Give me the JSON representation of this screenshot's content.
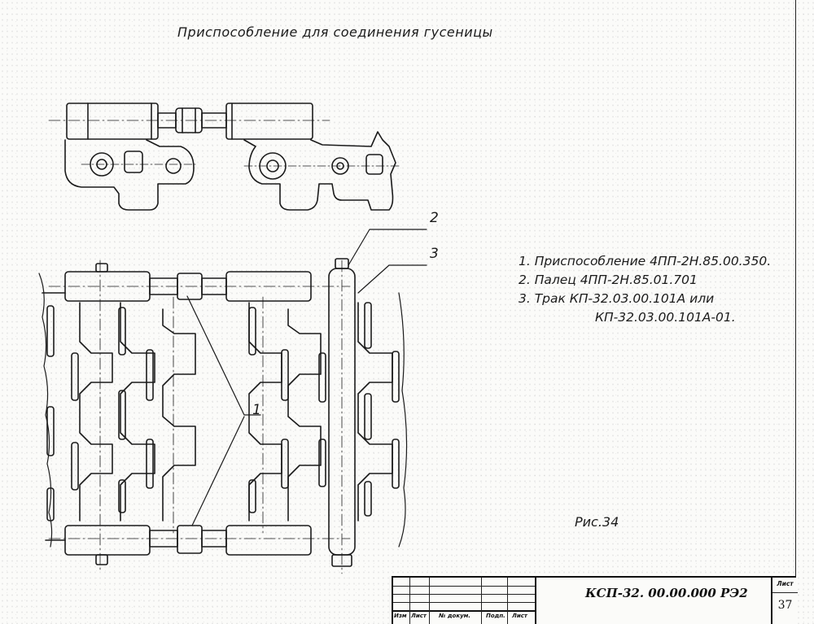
{
  "drawing": {
    "title": "Приспособление для соединения гусеницы",
    "callouts": [
      "2",
      "3",
      "1"
    ],
    "legend": [
      "1. Приспособление 4ПП-2Н.85.00.350.",
      "2. Палец 4ПП-2Н.85.01.701",
      "3. Трак КП-32.03.00.101А или",
      "КП-32.03.00.101А-01."
    ],
    "figure_label": "Рис.34"
  },
  "title_block": {
    "headers": [
      "Изм",
      "Лист",
      "№ докум.",
      "Подп.",
      "Лист"
    ],
    "designation": "КСП-32. 00.00.000 РЭ2",
    "sheet_label": "Лист",
    "sheet_number": "37"
  }
}
